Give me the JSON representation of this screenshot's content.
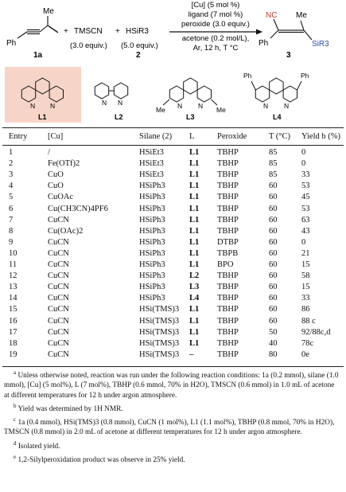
{
  "scheme": {
    "conditions": [
      "[Cu] (5 mol %)",
      "ligand (7 mol %)",
      "peroxide (3.0 equiv.)",
      "acetone (0.2 mol/L),",
      "Ar, 12 h, T °C"
    ],
    "substrate_label": "1a",
    "reagent_tms": "TMSCN",
    "reagent_tms_equiv": "(3.0 equiv.)",
    "reagent_silane": "HSiR3",
    "reagent_silane_equiv": "(5.0 equiv.)",
    "reagent_silane_label": "2",
    "product_label": "3",
    "atom_labels": {
      "me": "Me",
      "ph": "Ph",
      "nc": "NC",
      "sir3": "SiR3",
      "n": "N",
      "plus": "+"
    }
  },
  "ligands": [
    {
      "label": "L1",
      "highlight": true
    },
    {
      "label": "L2",
      "highlight": false
    },
    {
      "label": "L3",
      "highlight": false
    },
    {
      "label": "L4",
      "highlight": false
    }
  ],
  "table": {
    "headers": {
      "entry": "Entry",
      "cu": "[Cu]",
      "silane": "Silane (2)",
      "l": "L",
      "peroxide": "Peroxide",
      "t": "T (°C)",
      "yield": "Yield b (%)"
    },
    "rows": [
      {
        "entry": "1",
        "cu": "/",
        "silane": "HSiEt3",
        "l": "L1",
        "peroxide": "TBHP",
        "t": "85",
        "yield": "0"
      },
      {
        "entry": "2",
        "cu": "Fe(OTf)2",
        "silane": "HSiEt3",
        "l": "L1",
        "peroxide": "TBHP",
        "t": "85",
        "yield": "0"
      },
      {
        "entry": "3",
        "cu": "CuO",
        "silane": "HSiEt3",
        "l": "L1",
        "peroxide": "TBHP",
        "t": "85",
        "yield": "33"
      },
      {
        "entry": "4",
        "cu": "CuO",
        "silane": "HSiPh3",
        "l": "L1",
        "peroxide": "TBHP",
        "t": "60",
        "yield": "53"
      },
      {
        "entry": "5",
        "cu": "CuOAc",
        "silane": "HSiPh3",
        "l": "L1",
        "peroxide": "TBHP",
        "t": "60",
        "yield": "45"
      },
      {
        "entry": "6",
        "cu": "Cu(CH3CN)4PF6",
        "silane": "HSiPh3",
        "l": "L1",
        "peroxide": "TBHP",
        "t": "60",
        "yield": "53"
      },
      {
        "entry": "7",
        "cu": "CuCN",
        "silane": "HSiPh3",
        "l": "L1",
        "peroxide": "TBHP",
        "t": "60",
        "yield": "63"
      },
      {
        "entry": "8",
        "cu": "Cu(OAc)2",
        "silane": "HSiPh3",
        "l": "L1",
        "peroxide": "TBHP",
        "t": "60",
        "yield": "43"
      },
      {
        "entry": "9",
        "cu": "CuCN",
        "silane": "HSiPh3",
        "l": "L1",
        "peroxide": "DTBP",
        "t": "60",
        "yield": "0"
      },
      {
        "entry": "10",
        "cu": "CuCN",
        "silane": "HSiPh3",
        "l": "L1",
        "peroxide": "TBPB",
        "t": "60",
        "yield": "21"
      },
      {
        "entry": "11",
        "cu": "CuCN",
        "silane": "HSiPh3",
        "l": "L1",
        "peroxide": "BPO",
        "t": "60",
        "yield": "15"
      },
      {
        "entry": "12",
        "cu": "CuCN",
        "silane": "HSiPh3",
        "l": "L2",
        "peroxide": "TBHP",
        "t": "60",
        "yield": "58"
      },
      {
        "entry": "13",
        "cu": "CuCN",
        "silane": "HSiPh3",
        "l": "L3",
        "peroxide": "TBHP",
        "t": "60",
        "yield": "15"
      },
      {
        "entry": "14",
        "cu": "CuCN",
        "silane": "HSiPh3",
        "l": "L4",
        "peroxide": "TBHP",
        "t": "60",
        "yield": "33"
      },
      {
        "entry": "15",
        "cu": "CuCN",
        "silane": "HSi(TMS)3",
        "l": "L1",
        "peroxide": "TBHP",
        "t": "60",
        "yield": "86"
      },
      {
        "entry": "16",
        "cu": "CuCN",
        "silane": "HSi(TMS)3",
        "l": "L1",
        "peroxide": "TBHP",
        "t": "60",
        "yield": "88 c"
      },
      {
        "entry": "17",
        "cu": "CuCN",
        "silane": "HSi(TMS)3",
        "l": "L1",
        "peroxide": "TBHP",
        "t": "50",
        "yield": "92/88c,d"
      },
      {
        "entry": "18",
        "cu": "CuCN",
        "silane": "HSi(TMS)3",
        "l": "L1",
        "peroxide": "TBHP",
        "t": "40",
        "yield": "78c"
      },
      {
        "entry": "19",
        "cu": "CuCN",
        "silane": "HSi(TMS)3",
        "l": "–",
        "peroxide": "TBHP",
        "t": "80",
        "yield": "0e"
      }
    ]
  },
  "footnotes": [
    {
      "mark": "a",
      "text": "Unless otherwise noted, reaction was run under the following reaction conditions: 1a (0.2 mmol), silane (1.0 mmol), [Cu] (5 mol%), L (7 mol%), TBHP (0.6 mmol, 70% in H2O), TMSCN (0.6 mmol) in 1.0 mL of acetone at different temperatures for 12 h under argon atmosphere."
    },
    {
      "mark": "b",
      "text": "Yield was determined by 1H NMR."
    },
    {
      "mark": "c",
      "text": "1a (0.4 mmol), HSi(TMS)3 (0.8 mmol), CuCN (1 mol%), L1 (1.1 mol%), TBHP (0.8 mmol, 70% in H2O), TMSCN (0.8 mmol) in 2.0 mL of acetone at different temperatures for 12 h under argon atmosphere."
    },
    {
      "mark": "d",
      "text": "Isolated yield."
    },
    {
      "mark": "e",
      "text": "1,2-Silylperoxidation product was observe in 25% yield."
    }
  ],
  "colors": {
    "accent_text": "#c0392b",
    "highlight_box": "#f6d5c8"
  }
}
